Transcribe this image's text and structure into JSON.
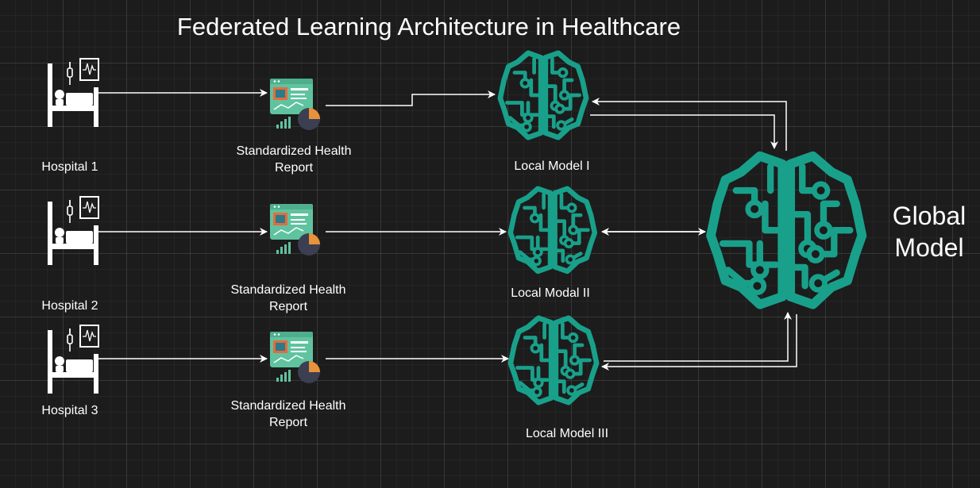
{
  "title": "Federated Learning Architecture in Healthcare",
  "colors": {
    "brain": "#19a08a",
    "line": "#ffffff",
    "report_bg": "#5fc3a0",
    "pie_dark": "#3c3f52",
    "pie_orange": "#e8923a",
    "background": "#1c1c1c"
  },
  "hospitals": [
    {
      "label": "Hospital 1",
      "icon": "hospital-bed-monitor-icon"
    },
    {
      "label": "Hospital 2",
      "icon": "hospital-bed-monitor-icon"
    },
    {
      "label": "Hospital 3",
      "icon": "hospital-bed-monitor-icon"
    }
  ],
  "reports": [
    {
      "label": "Standardized Health Report",
      "icon": "health-report-icon"
    },
    {
      "label": "Standardized Health Report",
      "icon": "health-report-icon"
    },
    {
      "label": "Standardized Health Report",
      "icon": "health-report-icon"
    }
  ],
  "local_models": [
    {
      "label": "Local Model I",
      "icon": "brain-circuit-icon"
    },
    {
      "label": "Local Modal II",
      "icon": "brain-circuit-icon"
    },
    {
      "label": "Local Model III",
      "icon": "brain-circuit-icon"
    }
  ],
  "global_model": {
    "label": "Global Model",
    "icon": "brain-circuit-icon"
  }
}
